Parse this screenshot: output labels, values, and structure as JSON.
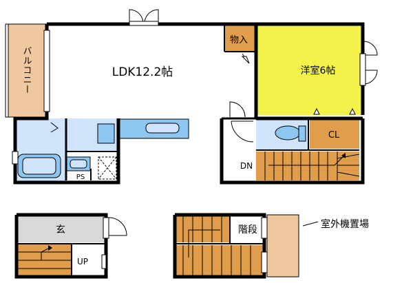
{
  "labels": {
    "balcony": "バルコニー",
    "ldk": "LDK12.2帖",
    "storage": "物入",
    "western_room": "洋室6帖",
    "closet": "CL",
    "ps": "PS",
    "down": "DN",
    "entrance": "玄",
    "up": "UP",
    "stairs": "階段",
    "outdoor_unit": "室外機置場"
  },
  "colors": {
    "balcony": "#f0c8a0",
    "wet_area": "#cfe4fb",
    "fixture": "#8ec6f2",
    "western_room": "#f2f24a",
    "closet": "#e09d4c",
    "stairs": "#e09d4c",
    "entrance": "#d9d9d9",
    "wall": "#000000"
  }
}
